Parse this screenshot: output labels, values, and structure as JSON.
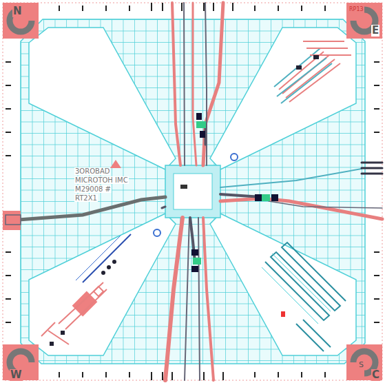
{
  "diagram": {
    "labels": [
      "N",
      "E",
      "W",
      "S",
      "C",
      "RP13",
      "3OROBAD",
      "MICROTOH IMC",
      "M29008 #",
      "RT2X1"
    ]
  }
}
